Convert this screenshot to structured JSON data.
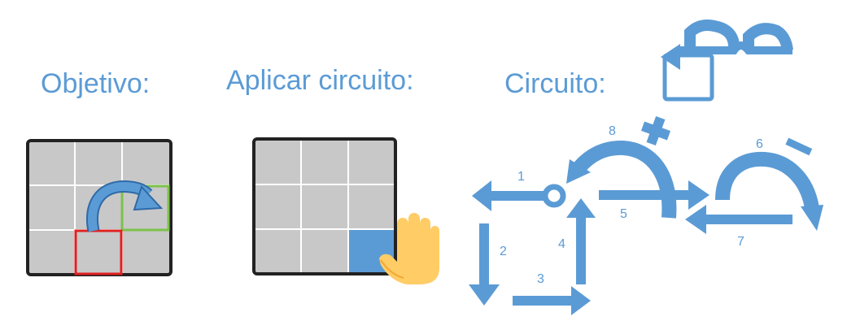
{
  "headings": {
    "objective": "Objetivo:",
    "apply": "Aplicar circuito:",
    "circuit": "Circuito:"
  },
  "circuit_steps": [
    "1",
    "2",
    "3",
    "4",
    "5",
    "6",
    "7",
    "8"
  ],
  "symbols": {
    "plus": "+",
    "minus": "-"
  },
  "colors": {
    "accent": "#5b9bd5",
    "tile": "#c8c8c8",
    "grid_border": "#222222",
    "target_green": "#7dc24b",
    "start_red": "#e02020",
    "active_blue": "#5b9bd5",
    "hand": "#ffcc66"
  },
  "icons": [
    "glasses-icon",
    "repeat-arrow-icon",
    "hand-icon",
    "curved-arrow-icon"
  ]
}
